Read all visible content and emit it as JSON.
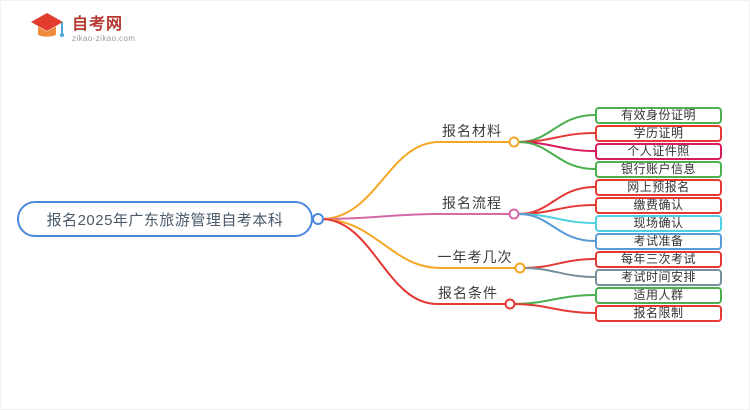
{
  "logo": {
    "title": "自考网",
    "subtitle": "zikao-zikao.com",
    "brand_color": "#b5382f"
  },
  "mindmap": {
    "root": {
      "label": "报名2025年广东旅游管理自考本科",
      "border_color": "#4a89dc"
    },
    "branches": [
      {
        "label": "报名材料",
        "color": "#f5a623",
        "children": [
          {
            "label": "有效身份证明",
            "color": "#4caf50"
          },
          {
            "label": "学历证明",
            "color": "#e53935"
          },
          {
            "label": "个人证件照",
            "color": "#d81b60"
          },
          {
            "label": "银行账户信息",
            "color": "#4caf50"
          }
        ]
      },
      {
        "label": "报名流程",
        "color": "#d667a8",
        "children": [
          {
            "label": "网上预报名",
            "color": "#e53935"
          },
          {
            "label": "缴费确认",
            "color": "#e53935"
          },
          {
            "label": "现场确认",
            "color": "#4dd0e1"
          },
          {
            "label": "考试准备",
            "color": "#5b9bd5"
          }
        ]
      },
      {
        "label": "一年考几次",
        "color": "#f5a623",
        "children": [
          {
            "label": "每年三次考试",
            "color": "#e53935"
          },
          {
            "label": "考试时间安排",
            "color": "#78909c"
          }
        ]
      },
      {
        "label": "报名条件",
        "color": "#e53935",
        "children": [
          {
            "label": "适用人群",
            "color": "#4caf50"
          },
          {
            "label": "报名限制",
            "color": "#e53935"
          }
        ]
      }
    ]
  }
}
